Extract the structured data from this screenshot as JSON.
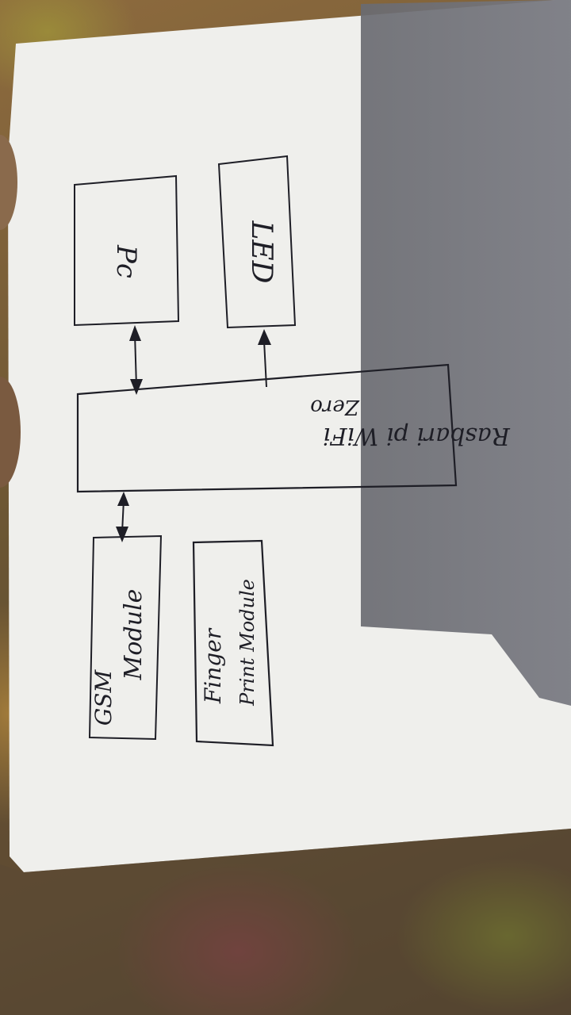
{
  "diagram": {
    "blocks": [
      {
        "id": "pc",
        "label": "Pc"
      },
      {
        "id": "led",
        "label": "LED"
      },
      {
        "id": "raspberry",
        "label_line1": "Rasbari pi WiFi",
        "label_line2": "Zero"
      },
      {
        "id": "gsm",
        "label_line1": "GSM",
        "label_line2": "Module"
      },
      {
        "id": "finger",
        "label_line1": "Finger",
        "label_line2": "Print Module"
      }
    ],
    "connections": [
      {
        "from": "raspberry",
        "to": "pc",
        "direction": "bidirectional"
      },
      {
        "from": "raspberry",
        "to": "led",
        "direction": "one-way"
      },
      {
        "from": "raspberry",
        "to": "gsm",
        "direction": "bidirectional"
      }
    ],
    "colors": {
      "paper": "#efefec",
      "shadow": "#6f7076",
      "ink": "#1e1e26"
    }
  }
}
